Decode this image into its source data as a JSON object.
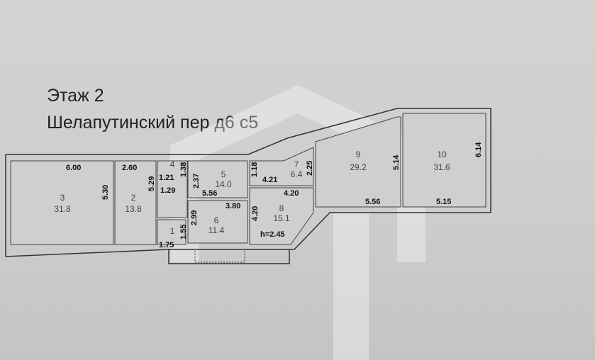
{
  "header": {
    "floor": "Этаж 2",
    "address": "Шелапутинский пер д6 с5"
  },
  "rooms": [
    {
      "number": "1",
      "area": ""
    },
    {
      "number": "2",
      "area": "13.8"
    },
    {
      "number": "3",
      "area": "31.8"
    },
    {
      "number": "4",
      "area": ""
    },
    {
      "number": "5",
      "area": "14.0"
    },
    {
      "number": "6",
      "area": "11.4"
    },
    {
      "number": "7",
      "area": "6.4"
    },
    {
      "number": "8",
      "area": "15.1"
    },
    {
      "number": "9",
      "area": "29.2"
    },
    {
      "number": "10",
      "area": "31.6"
    }
  ],
  "dimensions": {
    "r3_width": "6.00",
    "r3_depth": "5.30",
    "r2_width": "2.60",
    "r2_depth": "5.29",
    "r4_a": "1.21",
    "r4_b": "1.29",
    "r4_c": "1.38",
    "r5_a": "2.37",
    "r5_b": "5.56",
    "r6_a": "3.80",
    "r6_b": "2.99",
    "r1_a": "1.55",
    "r1_b": "1.75",
    "r7_a": "4.21",
    "r7_b": "2.25",
    "r7_c": "1.18",
    "r8_a": "4.20",
    "r8_b": "4.20",
    "height": "h=2.45",
    "r9_a": "5.14",
    "r9_b": "5.56",
    "r10_a": "6.14",
    "r10_b": "5.15"
  }
}
